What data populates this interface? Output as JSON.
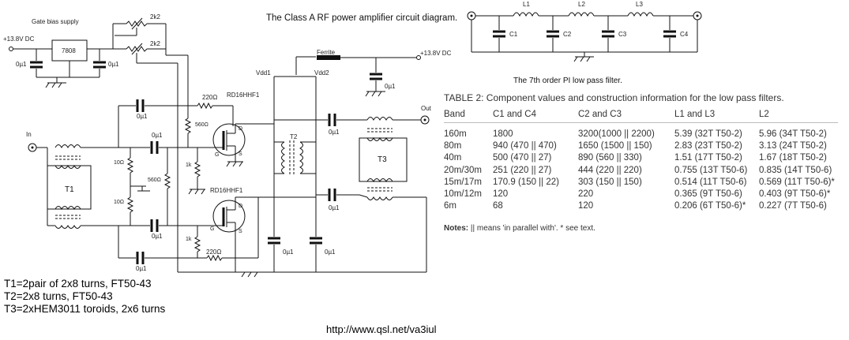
{
  "title": "The Class A RF power amplifier circuit diagram.",
  "filter_title": "The 7th order PI low pass filter.",
  "labels": {
    "gate_bias": "Gate bias supply",
    "supply_in": "+13.8V DC",
    "supply_out": "+13.8V DC",
    "regulator": "7808",
    "pot1": "2k2",
    "pot2": "2k2",
    "c_reg_in": "0µ1",
    "c_reg_out": "0µ1",
    "ferrite": "Ferrite",
    "vdd1": "Vdd1",
    "vdd2": "Vdd2",
    "c_ferrite": "0µ1",
    "r220_top": "220Ω",
    "mosfet_top": "RD16HHF1",
    "r560_top": "560Ω",
    "c_fb_top": "0µ1",
    "c_in_top": "0µ1",
    "in": "In",
    "r10_top": "10Ω",
    "r10_bot": "10Ω",
    "r560_mid": "560Ω",
    "r1k_top": "1k",
    "r1k_bot": "1k",
    "mosfet_bot": "RD16HHF1",
    "c_in_bot": "0µ1",
    "c_fb_bot": "0µ1",
    "r220_bot": "220Ω",
    "t1": "T1",
    "t2": "T2",
    "t3": "T3",
    "c_out_top": "0µ1",
    "c_out_bot": "0µ1",
    "c_bypass1": "0µ1",
    "c_bypass2": "0µ1",
    "out": "Out",
    "pin_d": "D",
    "pin_g": "G",
    "pin_s": "S",
    "l1": "L1",
    "l2": "L2",
    "l3": "L3",
    "c1": "C1",
    "c2": "C2",
    "c3": "C3",
    "c4": "C4"
  },
  "table": {
    "title": "TABLE 2: Component values and construction information for the low pass filters.",
    "headers": [
      "Band",
      "C1 and C4",
      "C2 and C3",
      "L1 and L3",
      "L2"
    ],
    "rows": [
      [
        "160m",
        "1800",
        "3200(1000 || 2200)",
        "5.39 (32T T50-2)",
        "5.96 (34T T50-2)"
      ],
      [
        "80m",
        "940 (470 || 470)",
        "1650 (1500 || 150)",
        "2.83 (23T T50-2)",
        "3.13 (24T T50-2)"
      ],
      [
        "40m",
        "500 (470 || 27)",
        "890 (560 || 330)",
        "1.51 (17T T50-2)",
        "1.67 (18T T50-2)"
      ],
      [
        "20m/30m",
        "251 (220 || 27)",
        "444 (220 || 220)",
        "0.755 (13T T50-6)",
        "0.835 (14T T50-6)"
      ],
      [
        "15m/17m",
        "170.9 (150 || 22)",
        "303 (150 || 150)",
        "0.514 (11T T50-6)",
        "0.569 (11T T50-6)*"
      ],
      [
        "10m/12m",
        "120",
        "220",
        "0.365 (9T T50-6)",
        "0.403 (9T T50-6)*"
      ],
      [
        "6m",
        "68",
        "120",
        "0.206 (6T T50-6)*",
        "0.227 (7T T50-6)"
      ]
    ],
    "notes_label": "Notes:",
    "notes_text": "|| means 'in parallel with'. * see text."
  },
  "legend": [
    "T1=2pair of 2x8 turns, FT50-43",
    "T2=2x8 turns, FT50-43",
    "T3=2xHEM3011 toroids, 2x6 turns"
  ],
  "url": "http://www.qsl.net/va3iul"
}
